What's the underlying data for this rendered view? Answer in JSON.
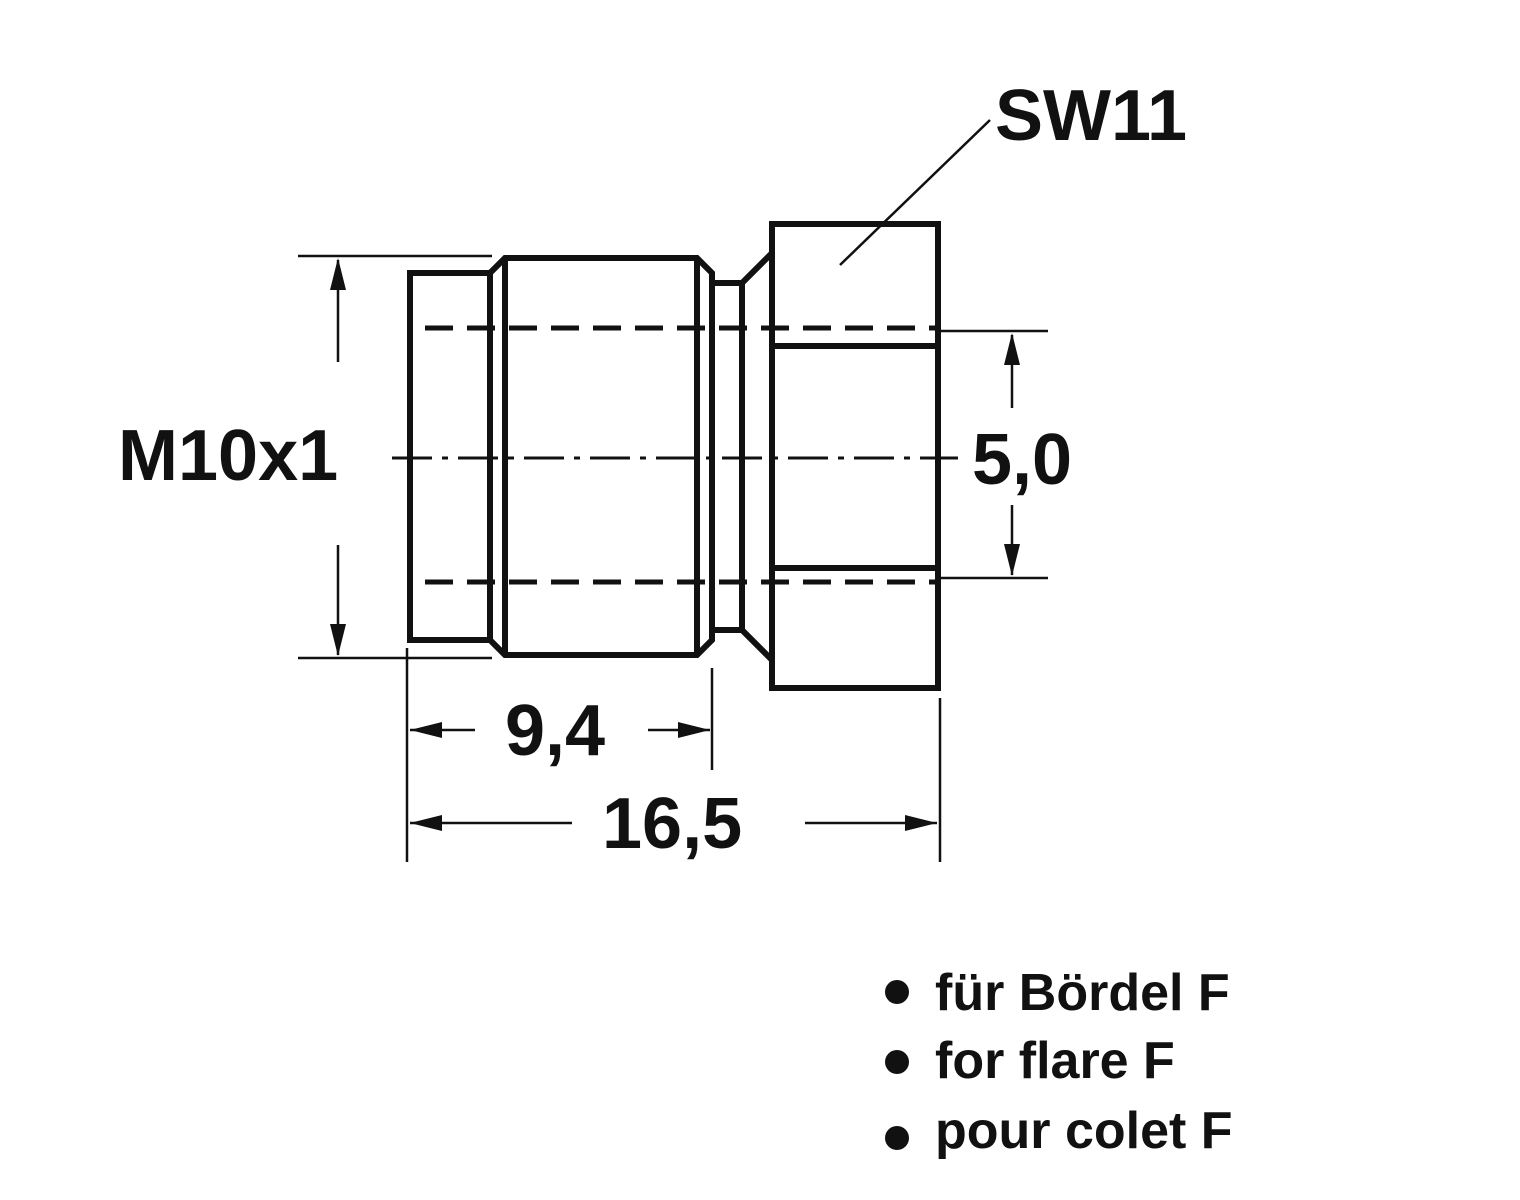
{
  "drawing": {
    "labels": {
      "wrench_size": "SW11",
      "thread": "M10x1",
      "bore_diameter": "5,0",
      "thread_length": "9,4",
      "total_length": "16,5"
    },
    "notes": [
      {
        "text": "für Bördel F"
      },
      {
        "text": "for flare F"
      },
      {
        "text": "pour colet F"
      }
    ],
    "line_color": "#111111"
  }
}
